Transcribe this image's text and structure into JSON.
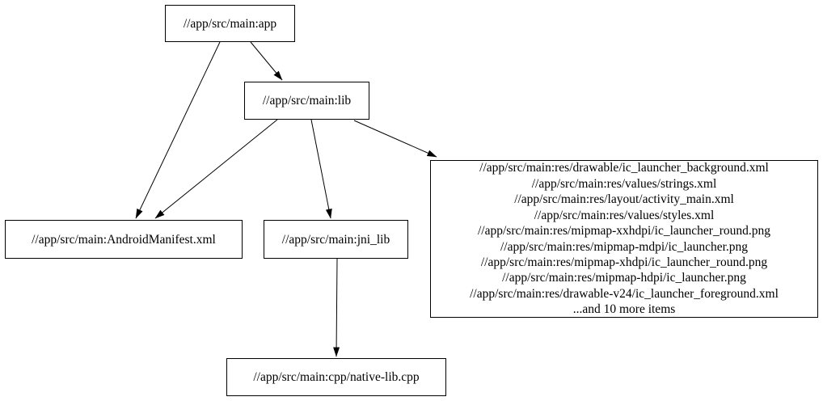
{
  "diagram": {
    "type": "dependency-graph",
    "background_color": "#ffffff",
    "node_fill_color": "#ffffff",
    "node_border_color": "#000000",
    "edge_color": "#000000",
    "text_color": "#000000",
    "nodes": {
      "app": {
        "label": "//app/src/main:app"
      },
      "lib": {
        "label": "//app/src/main:lib"
      },
      "manifest": {
        "label": "//app/src/main:AndroidManifest.xml"
      },
      "jni_lib": {
        "label": "//app/src/main:jni_lib"
      },
      "resources": {
        "lines": [
          "//app/src/main:res/drawable/ic_launcher_background.xml",
          "//app/src/main:res/values/strings.xml",
          "//app/src/main:res/layout/activity_main.xml",
          "//app/src/main:res/values/styles.xml",
          "//app/src/main:res/mipmap-xxhdpi/ic_launcher_round.png",
          "//app/src/main:res/mipmap-mdpi/ic_launcher.png",
          "//app/src/main:res/mipmap-xhdpi/ic_launcher_round.png",
          "//app/src/main:res/mipmap-hdpi/ic_launcher.png",
          "//app/src/main:res/drawable-v24/ic_launcher_foreground.xml",
          "...and 10 more items"
        ]
      },
      "native_cpp": {
        "label": "//app/src/main:cpp/native-lib.cpp"
      }
    },
    "edges": [
      {
        "from": "app",
        "to": "lib"
      },
      {
        "from": "app",
        "to": "manifest"
      },
      {
        "from": "lib",
        "to": "manifest"
      },
      {
        "from": "lib",
        "to": "jni_lib"
      },
      {
        "from": "lib",
        "to": "resources"
      },
      {
        "from": "jni_lib",
        "to": "native_cpp"
      }
    ]
  }
}
